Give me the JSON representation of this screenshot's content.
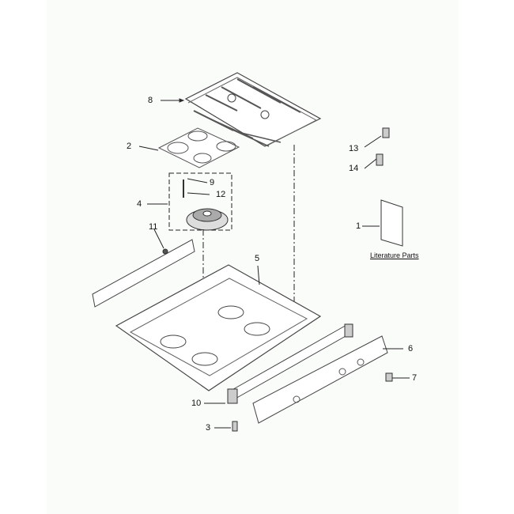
{
  "diagram": {
    "type": "exploded-parts-diagram",
    "subject": "Range cooktop assembly",
    "literature_caption": "Literature Parts",
    "callouts": [
      {
        "id": "1",
        "part": "literature"
      },
      {
        "id": "2",
        "part": "burner-cap-mat"
      },
      {
        "id": "3",
        "part": "screw"
      },
      {
        "id": "4",
        "part": "burner-assembly-group"
      },
      {
        "id": "5",
        "part": "cooktop-main-top"
      },
      {
        "id": "6",
        "part": "manifold-panel"
      },
      {
        "id": "7",
        "part": "valve-clip"
      },
      {
        "id": "8",
        "part": "burner-grate"
      },
      {
        "id": "9",
        "part": "igniter-screw"
      },
      {
        "id": "10",
        "part": "manifold-bracket"
      },
      {
        "id": "11",
        "part": "rear-wire-channel"
      },
      {
        "id": "12",
        "part": "igniter"
      },
      {
        "id": "13",
        "part": "screw-bolt"
      },
      {
        "id": "14",
        "part": "anti-tip-bracket"
      }
    ]
  },
  "labels": {
    "l1": "1",
    "l2": "2",
    "l3": "3",
    "l4": "4",
    "l5": "5",
    "l6": "6",
    "l7": "7",
    "l8": "8",
    "l9": "9",
    "l10": "10",
    "l11": "11",
    "l12": "12",
    "l13": "13",
    "l14": "14"
  }
}
